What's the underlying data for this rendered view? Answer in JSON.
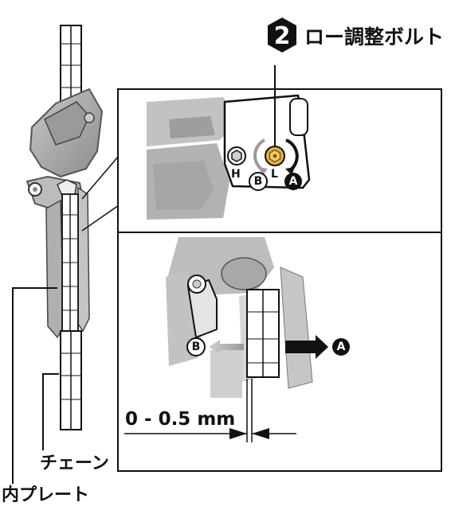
{
  "header": {
    "step_number": "2",
    "title": "ロー調整ボルト"
  },
  "callouts": {
    "chain": "チェーン",
    "inner_plate": "内プレート"
  },
  "detail_top": {
    "bolt_h": "H",
    "bolt_l": "L",
    "direction_a": "A",
    "direction_b": "B"
  },
  "detail_bottom": {
    "dimension": "0 - 0.5 mm",
    "direction_a": "A",
    "direction_b": "B"
  },
  "colors": {
    "ink": "#111111",
    "part_gray": "#b4b4b4",
    "part_shadow": "#8c8c8c",
    "bolt_gold": "#e0a020"
  }
}
